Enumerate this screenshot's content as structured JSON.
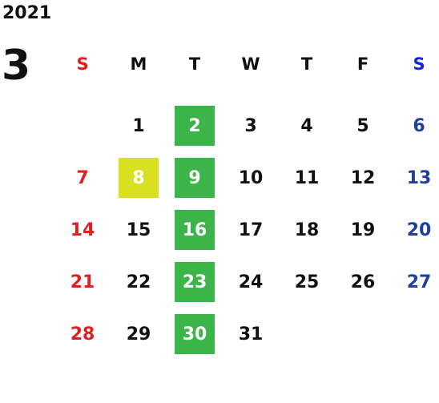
{
  "year": "2021",
  "month": "3",
  "weekdays": [
    "S",
    "M",
    "T",
    "W",
    "T",
    "F",
    "S"
  ],
  "weeks": [
    [
      "",
      "1",
      "2",
      "3",
      "4",
      "5",
      "6"
    ],
    [
      "7",
      "8",
      "9",
      "10",
      "11",
      "12",
      "13"
    ],
    [
      "14",
      "15",
      "16",
      "17",
      "18",
      "19",
      "20"
    ],
    [
      "21",
      "22",
      "23",
      "24",
      "25",
      "26",
      "27"
    ],
    [
      "28",
      "29",
      "30",
      "31",
      "",
      "",
      ""
    ]
  ],
  "highlights": {
    "green": [
      "2",
      "9",
      "16",
      "23",
      "30"
    ],
    "yellow": [
      "8"
    ]
  },
  "colors": {
    "sunday": "#e21b1b",
    "saturday": "#1e3f9e",
    "highlight_green": "#3bb54a",
    "highlight_yellow": "#d9e021"
  }
}
